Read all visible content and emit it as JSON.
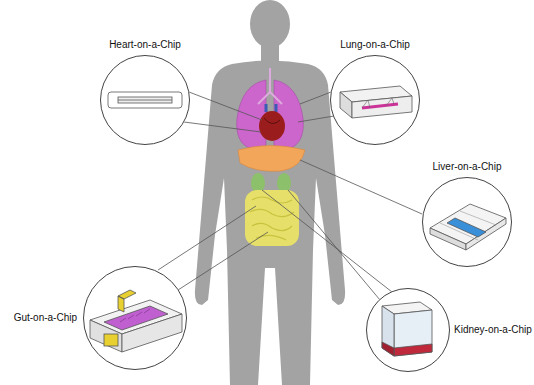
{
  "diagram": {
    "nodes": [
      {
        "text": [
          "Heart-on-a-Chip"
        ]
      },
      {
        "text": [
          "Lung-on-a-Chip"
        ]
      },
      {
        "text": [
          "Liver-on-a-Chip"
        ]
      },
      {
        "text": [
          "Gut-on-a-Chip"
        ]
      },
      {
        "text": [
          "Kidney-on-a-Chip"
        ]
      }
    ]
  }
}
